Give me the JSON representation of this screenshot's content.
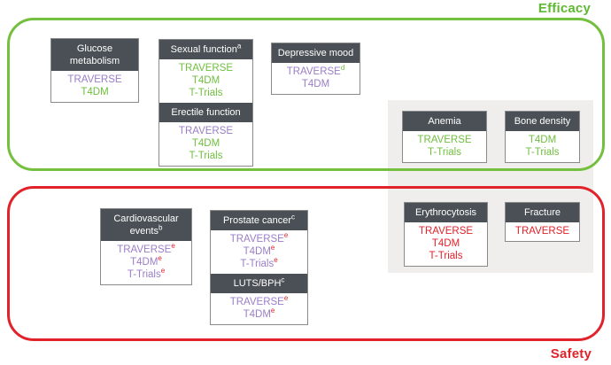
{
  "labels": {
    "efficacy": "Efficacy",
    "safety": "Safety"
  },
  "colors": {
    "efficacy_green": "#5fb832",
    "safety_red": "#e2222a",
    "trial_purple": "#9b7ec8",
    "trial_green": "#70bf3f",
    "trial_red": "#e2222a",
    "header_bg": "#4a5055",
    "header_text": "#ffffff",
    "panel_bg": "#efeeec",
    "box_border": "#8a8a8a"
  },
  "boxes": {
    "glucose": {
      "title": "Glucose metabolism",
      "title_sup": "",
      "trials": [
        {
          "label": "TRAVERSE",
          "color": "#9b7ec8",
          "sup": "",
          "sup_color": ""
        },
        {
          "label": "T4DM",
          "color": "#70bf3f",
          "sup": "",
          "sup_color": ""
        }
      ]
    },
    "sexual": {
      "title": "Sexual function",
      "title_sup": "a",
      "trials": [
        {
          "label": "TRAVERSE",
          "color": "#70bf3f",
          "sup": "",
          "sup_color": ""
        },
        {
          "label": "T4DM",
          "color": "#70bf3f",
          "sup": "",
          "sup_color": ""
        },
        {
          "label": "T-Trials",
          "color": "#70bf3f",
          "sup": "",
          "sup_color": ""
        }
      ]
    },
    "erectile": {
      "title": "Erectile function",
      "title_sup": "",
      "trials": [
        {
          "label": "TRAVERSE",
          "color": "#9b7ec8",
          "sup": "",
          "sup_color": ""
        },
        {
          "label": "T4DM",
          "color": "#70bf3f",
          "sup": "",
          "sup_color": ""
        },
        {
          "label": "T-Trials",
          "color": "#70bf3f",
          "sup": "",
          "sup_color": ""
        }
      ]
    },
    "depressive": {
      "title": "Depressive mood",
      "title_sup": "",
      "trials": [
        {
          "label": "TRAVERSE",
          "color": "#9b7ec8",
          "sup": "d",
          "sup_color": "#70bf3f"
        },
        {
          "label": "T4DM",
          "color": "#9b7ec8",
          "sup": "",
          "sup_color": ""
        }
      ]
    },
    "anemia": {
      "title": "Anemia",
      "title_sup": "",
      "trials": [
        {
          "label": "TRAVERSE",
          "color": "#70bf3f",
          "sup": "",
          "sup_color": ""
        },
        {
          "label": "T-Trials",
          "color": "#70bf3f",
          "sup": "",
          "sup_color": ""
        }
      ]
    },
    "bone": {
      "title": "Bone density",
      "title_sup": "",
      "trials": [
        {
          "label": "T4DM",
          "color": "#70bf3f",
          "sup": "",
          "sup_color": ""
        },
        {
          "label": "T-Trials",
          "color": "#70bf3f",
          "sup": "",
          "sup_color": ""
        }
      ]
    },
    "cardio": {
      "title": "Cardiovascular events",
      "title_sup": "b",
      "trials": [
        {
          "label": "TRAVERSE",
          "color": "#9b7ec8",
          "sup": "e",
          "sup_color": "#e2222a"
        },
        {
          "label": "T4DM",
          "color": "#9b7ec8",
          "sup": "e",
          "sup_color": "#e2222a"
        },
        {
          "label": "T-Trials",
          "color": "#9b7ec8",
          "sup": "e",
          "sup_color": "#e2222a"
        }
      ]
    },
    "prostate": {
      "title": "Prostate cancer",
      "title_sup": "c",
      "trials": [
        {
          "label": "TRAVERSE",
          "color": "#9b7ec8",
          "sup": "e",
          "sup_color": "#e2222a"
        },
        {
          "label": "T4DM",
          "color": "#9b7ec8",
          "sup": "e",
          "sup_color": "#e2222a"
        },
        {
          "label": "T-Trials",
          "color": "#9b7ec8",
          "sup": "e",
          "sup_color": "#e2222a"
        }
      ]
    },
    "luts": {
      "title": "LUTS/BPH",
      "title_sup": "c",
      "trials": [
        {
          "label": "TRAVERSE",
          "color": "#9b7ec8",
          "sup": "e",
          "sup_color": "#e2222a"
        },
        {
          "label": "T4DM",
          "color": "#9b7ec8",
          "sup": "e",
          "sup_color": "#e2222a"
        }
      ]
    },
    "erythro": {
      "title": "Erythrocytosis",
      "title_sup": "",
      "trials": [
        {
          "label": "TRAVERSE",
          "color": "#e2222a",
          "sup": "",
          "sup_color": ""
        },
        {
          "label": "T4DM",
          "color": "#e2222a",
          "sup": "",
          "sup_color": ""
        },
        {
          "label": "T-Trials",
          "color": "#e2222a",
          "sup": "",
          "sup_color": ""
        }
      ]
    },
    "fracture": {
      "title": "Fracture",
      "title_sup": "",
      "trials": [
        {
          "label": "TRAVERSE",
          "color": "#e2222a",
          "sup": "",
          "sup_color": ""
        }
      ]
    }
  }
}
